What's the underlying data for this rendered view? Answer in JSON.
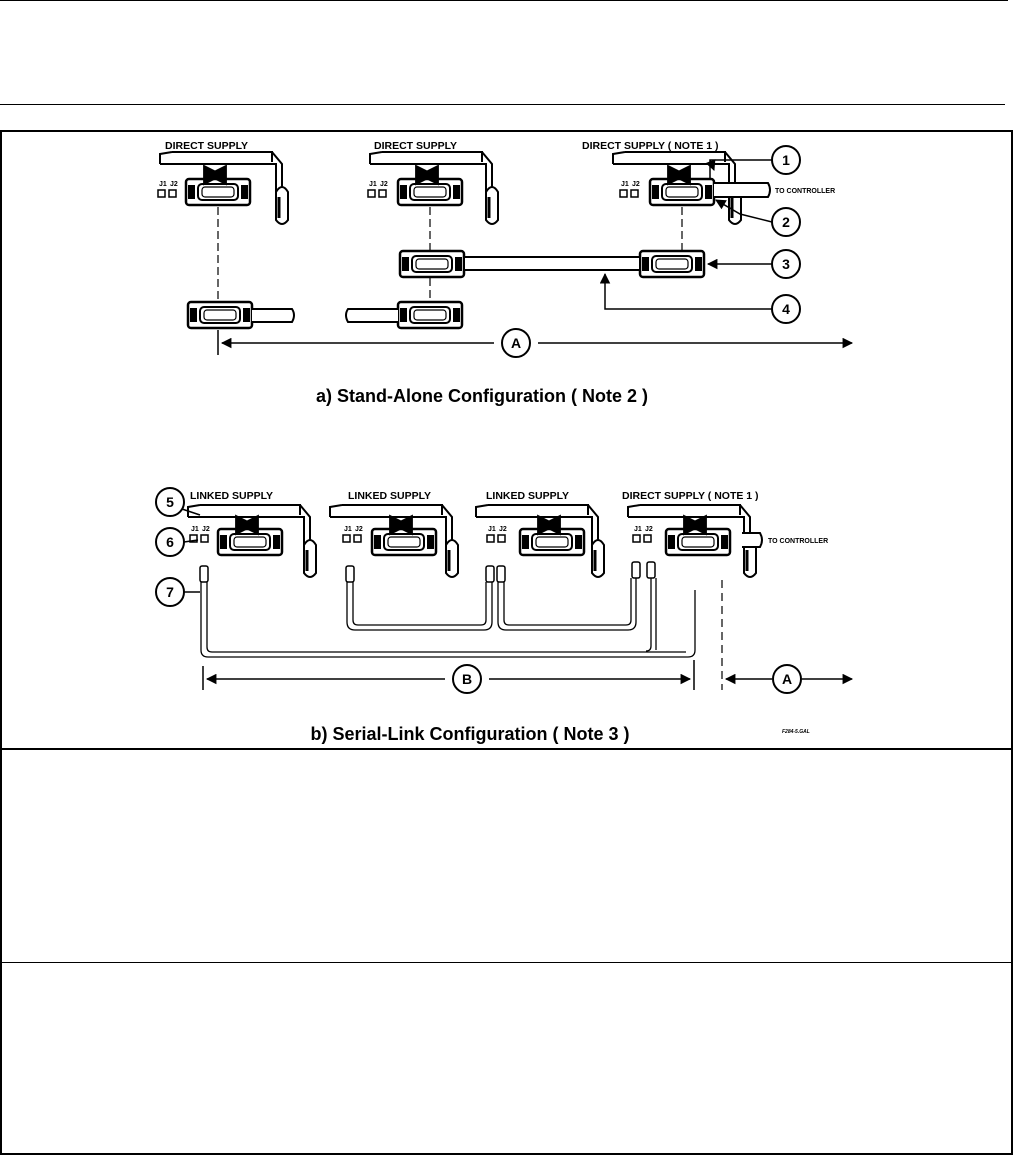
{
  "figure": {
    "stand_alone": {
      "supply_labels": [
        "DIRECT SUPPLY",
        "DIRECT SUPPLY",
        "DIRECT SUPPLY ( NOTE 1 )"
      ],
      "to_controller": "TO CONTROLLER",
      "callouts": [
        "1",
        "2",
        "3",
        "4"
      ],
      "dimension": "A",
      "caption": "a) Stand-Alone Configuration ( Note 2 )"
    },
    "serial_link": {
      "supply_labels": [
        "LINKED SUPPLY",
        "LINKED SUPPLY",
        "LINKED SUPPLY",
        "DIRECT SUPPLY ( NOTE 1 )"
      ],
      "to_controller": "TO CONTROLLER",
      "callouts": [
        "5",
        "6",
        "7"
      ],
      "dimensions": [
        "B",
        "A"
      ],
      "caption": "b) Serial-Link Configuration ( Note 3 )",
      "ref_code": "F284-5.GAL"
    },
    "port_labels": [
      "J1",
      "J2"
    ]
  }
}
